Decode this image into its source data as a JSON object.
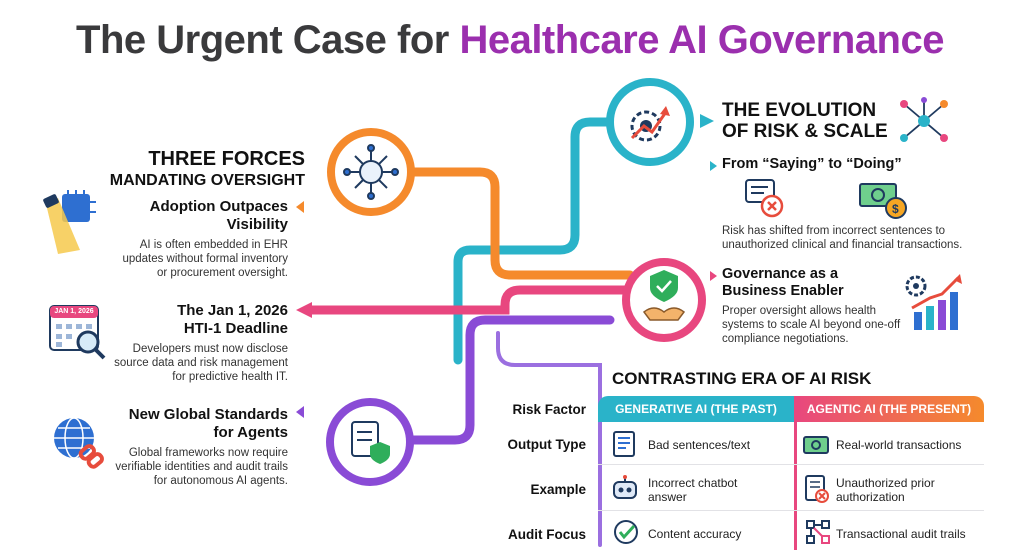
{
  "title": {
    "part1": "The Urgent Case for ",
    "part2": "Healthcare AI Governance"
  },
  "forces": {
    "heading_line1": "THREE FORCES",
    "heading_line2": "MANDATING OVERSIGHT",
    "items": [
      {
        "title_line1": "Adoption Outpaces",
        "title_line2": "Visibility",
        "body_line1": "AI is often embedded in EHR",
        "body_line2": "updates without formal inventory",
        "body_line3": "or procurement oversight.",
        "icon": "spotlight-chip-icon"
      },
      {
        "title_line1": "The Jan 1, 2026",
        "title_line2": "HTI-1 Deadline",
        "body_line1": "Developers must now disclose",
        "body_line2": "source data and risk management",
        "body_line3": "for predictive health IT.",
        "icon": "calendar-magnifier-icon",
        "calendar_label": "JAN 1, 2026"
      },
      {
        "title_line1": "New Global Standards",
        "title_line2": "for Agents",
        "body_line1": "Global frameworks now require",
        "body_line2": "verifiable identities and audit trails",
        "body_line3": "for autonomous AI agents.",
        "icon": "globe-chain-icon"
      }
    ]
  },
  "evolution": {
    "heading_line1": "THE EVOLUTION",
    "heading_line2": "OF RISK & SCALE",
    "point1": {
      "title": "From “Saying” to “Doing”",
      "body_line1": "Risk has shifted from incorrect sentences to",
      "body_line2": "unauthorized clinical and financial transactions."
    },
    "point2": {
      "title_line1": "Governance as a",
      "title_line2": "Business Enabler",
      "body_line1": "Proper oversight allows health",
      "body_line2": "systems to scale AI beyond one-off",
      "body_line3": "compliance negotiations."
    }
  },
  "era": {
    "heading": "CONTRASTING ERA OF AI RISK",
    "row_header": "Risk Factor",
    "col_generative": "GENERATIVE AI (THE PAST)",
    "col_agentic": "AGENTIC AI (THE PRESENT)",
    "rows": [
      {
        "label": "Output Type",
        "gen_line1": "Bad sentences/text",
        "gen_line2": "",
        "agent_line1": "Real-world transactions",
        "agent_line2": ""
      },
      {
        "label": "Example",
        "gen_line1": "Incorrect chatbot",
        "gen_line2": "answer",
        "agent_line1": "Unauthorized prior",
        "agent_line2": "authorization"
      },
      {
        "label": "Audit Focus",
        "gen_line1": "Content accuracy",
        "gen_line2": "",
        "agent_line1": "Transactional audit trails",
        "agent_line2": ""
      }
    ]
  },
  "colors": {
    "orange": "#f58a2c",
    "teal": "#2ab3c9",
    "pink": "#e8477f",
    "purple": "#8a4bd6",
    "magenta": "#9b2fae",
    "green": "#2fae5b",
    "blue": "#2e6fd1"
  }
}
